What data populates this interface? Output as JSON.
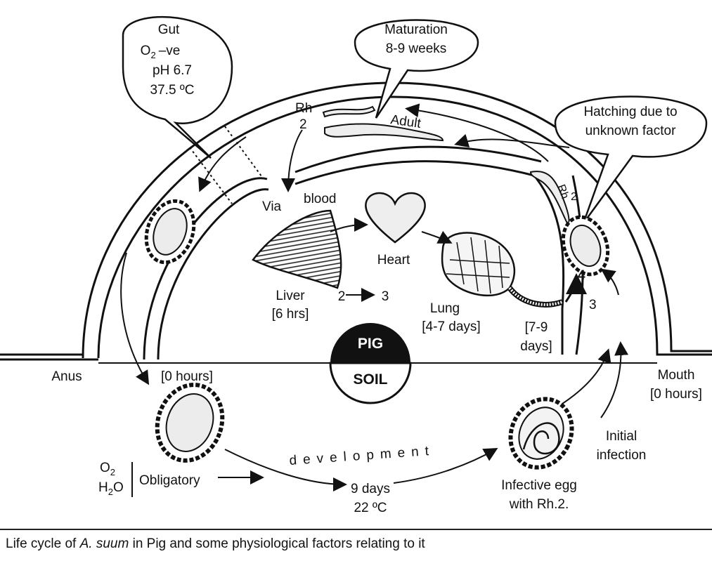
{
  "bubbles": {
    "gut": [
      "Gut",
      "–ve",
      "pH 6.7",
      "37.5 ºC"
    ],
    "gut_o2": "O",
    "gut_o2_sub": "2",
    "maturation": [
      "Maturation",
      "8-9 weeks"
    ],
    "hatching": [
      "Hatching due to",
      "unknown factor"
    ]
  },
  "labels": {
    "rh_top": "Rh",
    "rh_top_num": "2",
    "adult": "Adult",
    "rh_right": "Rh",
    "rh_right_num": "2",
    "via": "Via",
    "blood": "blood",
    "heart": "Heart",
    "liver": "Liver",
    "liver_time": "[6 hrs]",
    "stage_2_3": "2",
    "stage_3": "3",
    "lung": "Lung",
    "lung_time": "[4-7 days]",
    "stage_bracket_a": "[7-9",
    "stage_bracket_b": "days]",
    "stage_4": "4",
    "stage_3b": "3",
    "pig": "PIG",
    "soil": "SOIL",
    "anus": "Anus",
    "zero_hours": "[0 hours]",
    "mouth": "Mouth",
    "mouth_time": "[0 hours]",
    "initial_infection": [
      "Initial",
      "infection"
    ],
    "infective_egg": [
      "Infective egg",
      "with Rh.2."
    ],
    "development": "development",
    "nine_days": "9 days",
    "temp": "22 ºC",
    "obligatory": "Obligatory",
    "o2": "O",
    "o2_sub": "2",
    "h2o": "H",
    "h2o_sub": "2",
    "h2o_o": "O"
  },
  "caption": {
    "prefix": "Life cycle of ",
    "species": "A. suum",
    "suffix": " in Pig and some physiological factors relating to it"
  }
}
